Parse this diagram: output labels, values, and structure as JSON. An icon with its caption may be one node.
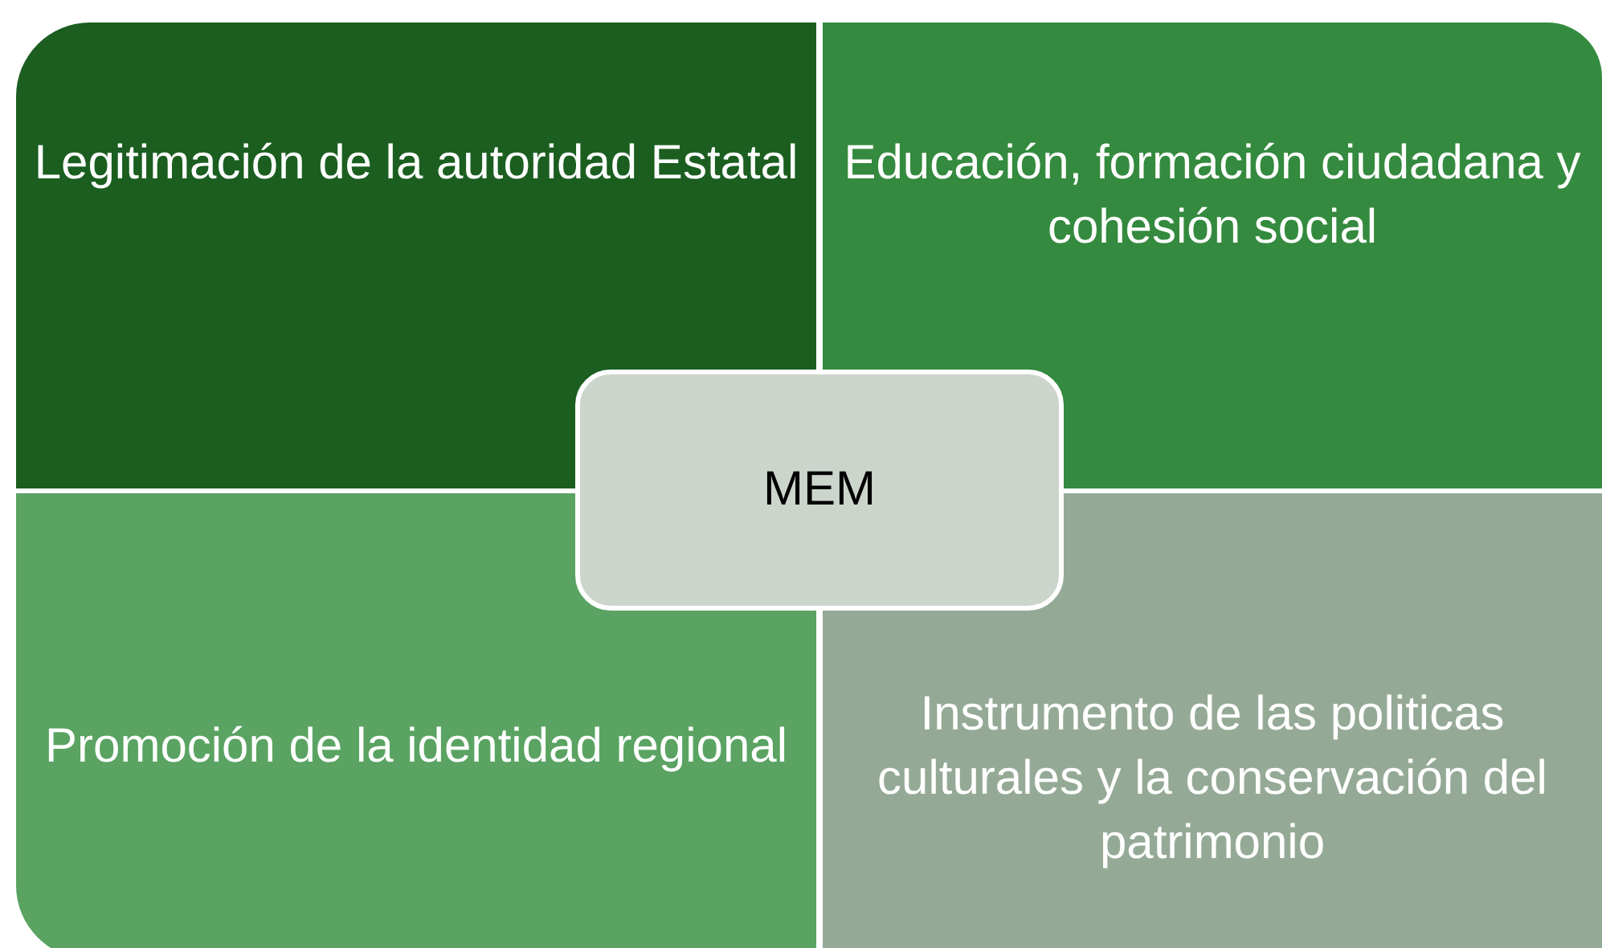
{
  "diagram": {
    "nodes": [
      {
        "text": [
          "Legitimación de la autoridad Estatal"
        ]
      },
      {
        "text": [
          "Educación, formación ciudadana y cohesión social"
        ]
      },
      {
        "text": [
          "MEM"
        ]
      },
      {
        "text": [
          "Promoción de la identidad regional"
        ]
      },
      {
        "text": [
          "Instrumento de las politicas culturales y la conservación del patrimonio"
        ]
      }
    ]
  }
}
